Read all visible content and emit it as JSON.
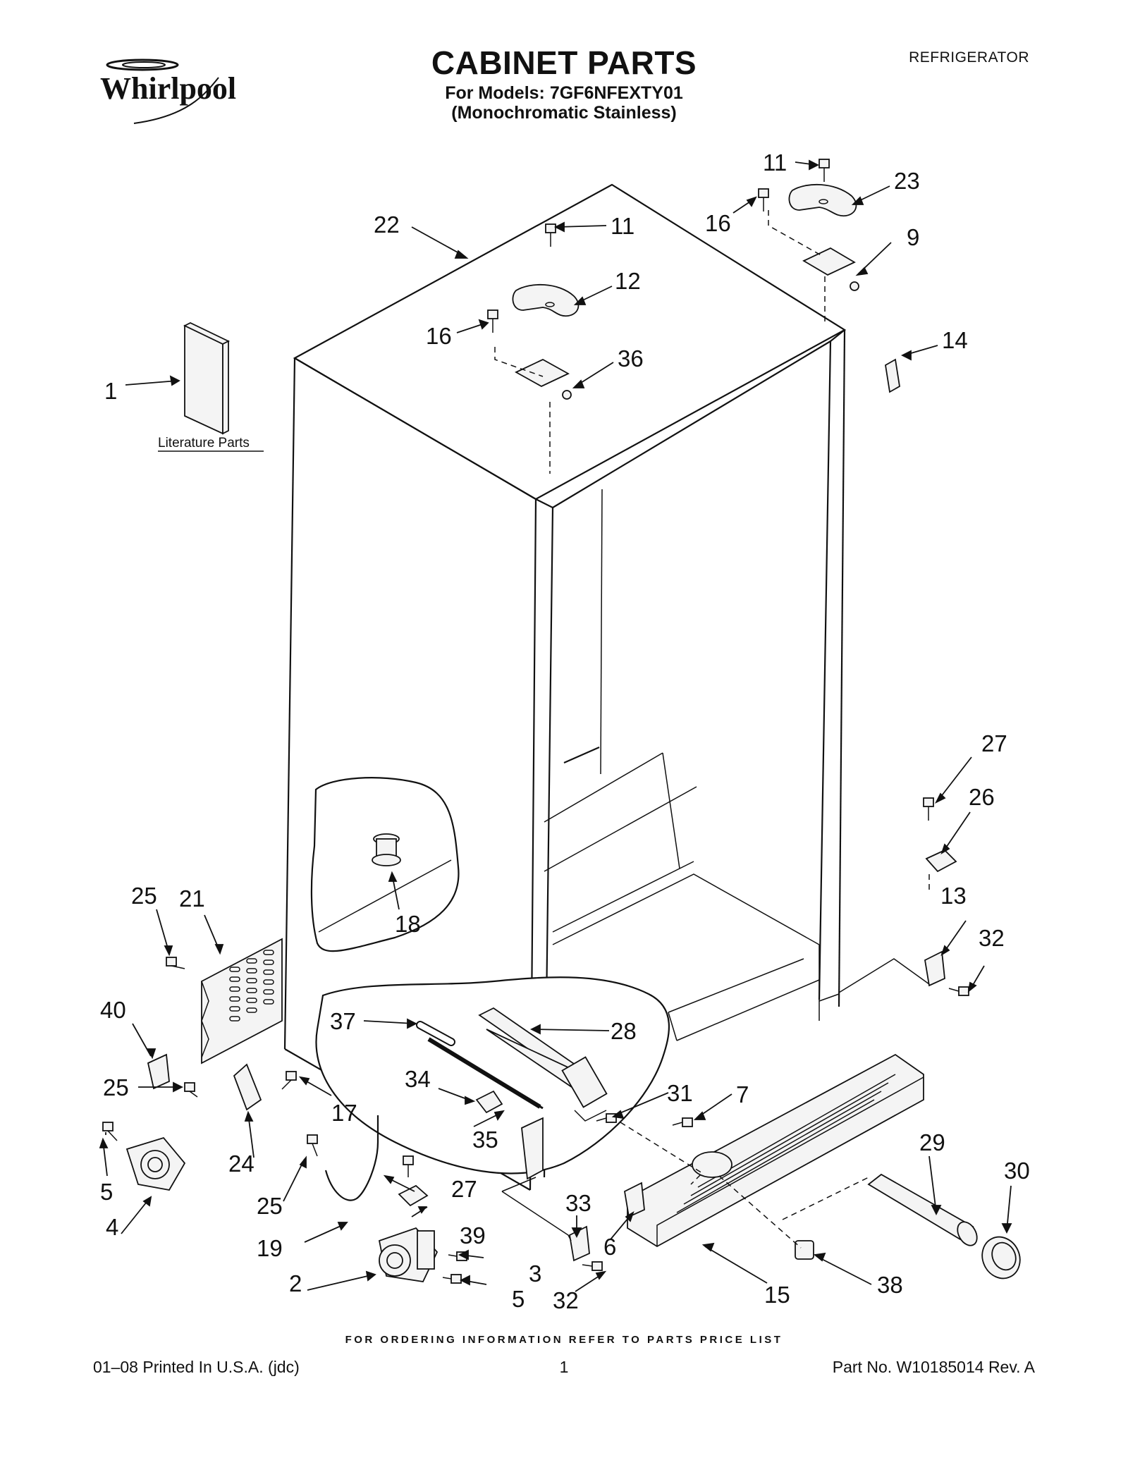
{
  "header": {
    "brand": "Whirlpool",
    "title": "CABINET PARTS",
    "models_line": "For Models: 7GF6NFEXTY01",
    "finish_line": "(Monochromatic Stainless)",
    "category": "REFRIGERATOR"
  },
  "diagram": {
    "literature_label": "Literature Parts",
    "callouts": [
      "1",
      "2",
      "3",
      "4",
      "5",
      "5",
      "6",
      "7",
      "9",
      "11",
      "11",
      "12",
      "13",
      "14",
      "15",
      "16",
      "16",
      "17",
      "18",
      "19",
      "21",
      "22",
      "23",
      "24",
      "25",
      "25",
      "25",
      "26",
      "27",
      "27",
      "28",
      "29",
      "30",
      "31",
      "32",
      "32",
      "33",
      "34",
      "35",
      "36",
      "37",
      "38",
      "39",
      "40"
    ]
  },
  "footer": {
    "ordering_note": "FOR ORDERING INFORMATION REFER TO PARTS PRICE LIST",
    "print_info": "01–08 Printed In U.S.A. (jdc)",
    "page_number": "1",
    "part_number": "Part No. W10185014 Rev. A"
  }
}
